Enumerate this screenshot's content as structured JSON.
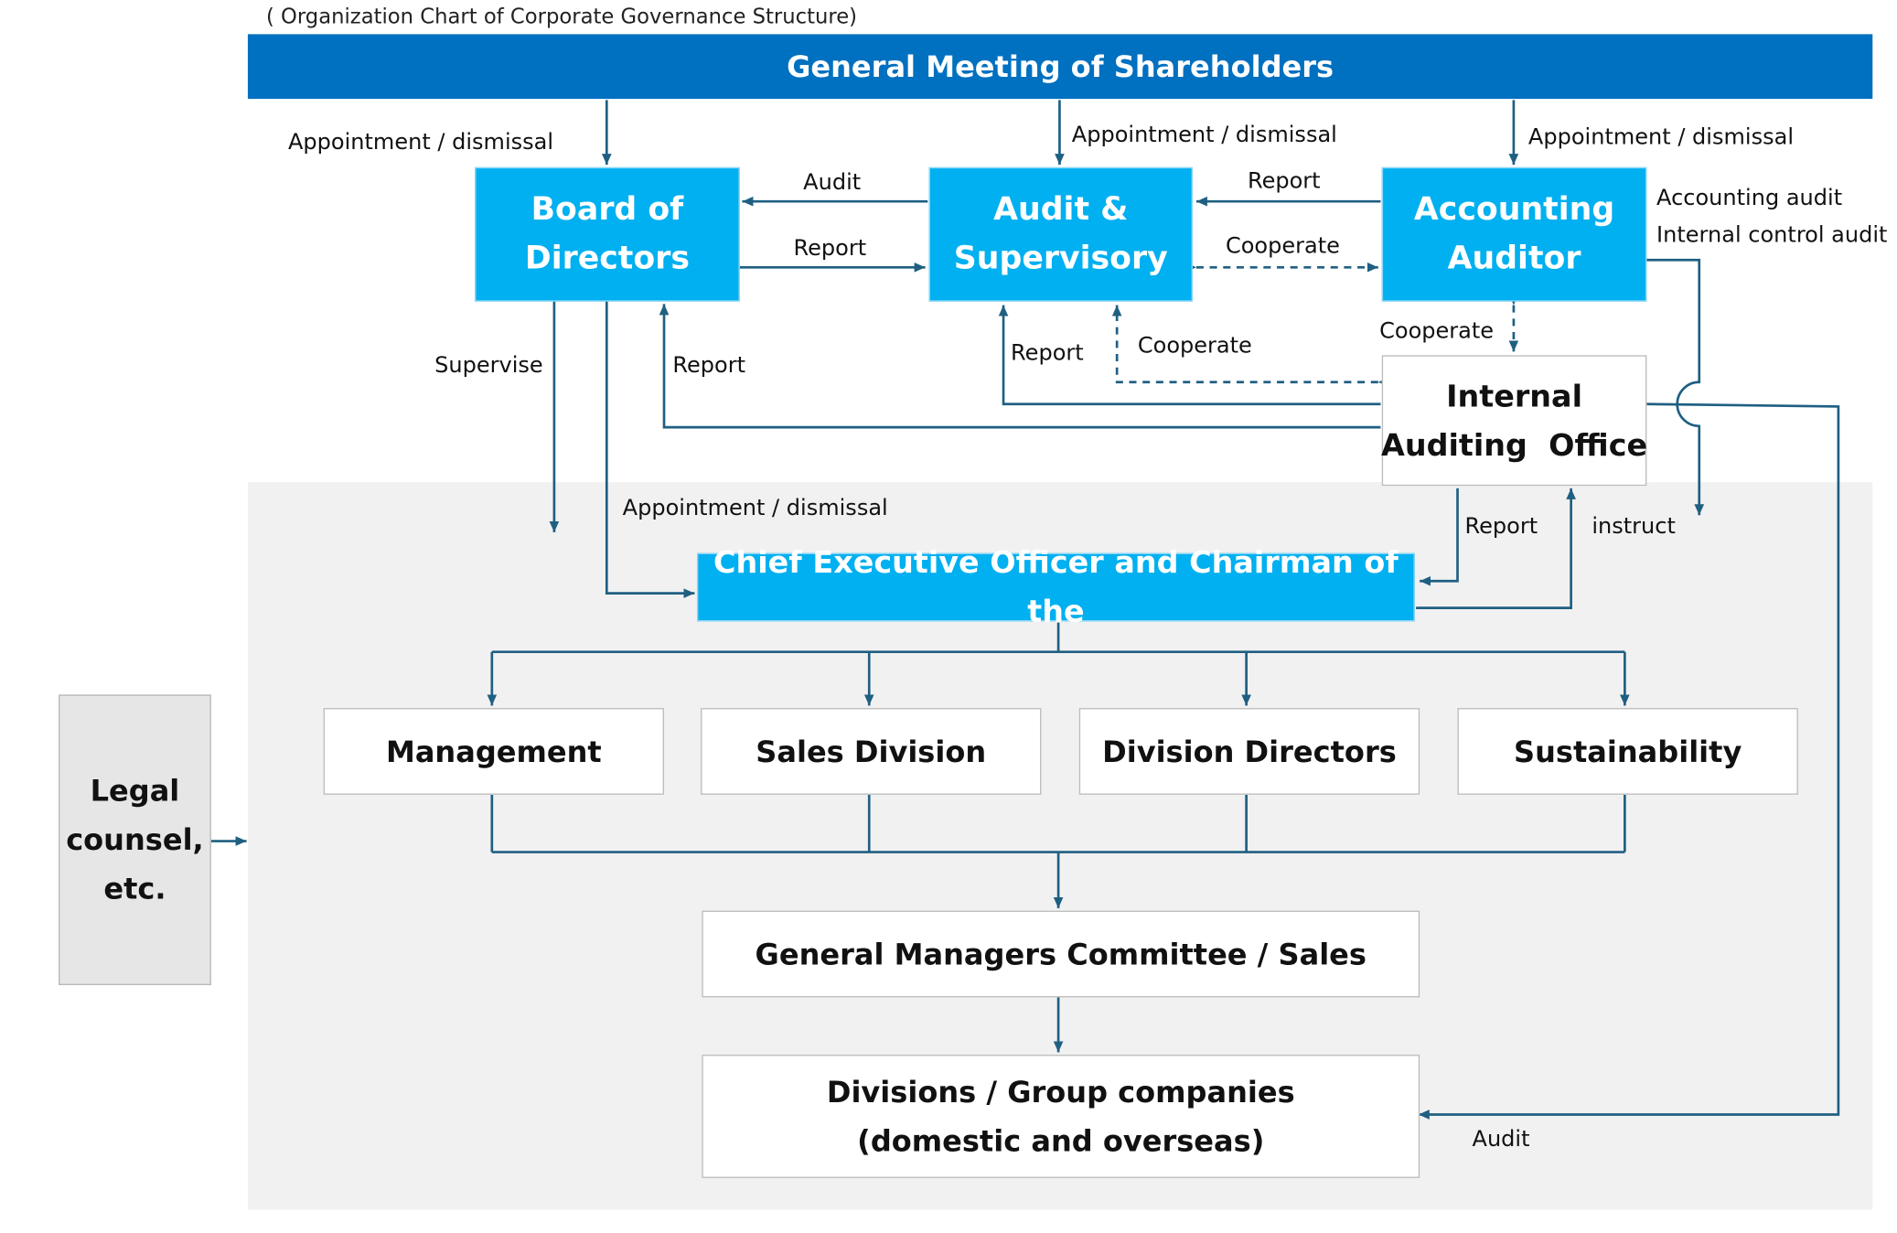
{
  "caption": "( Organization Chart of Corporate Governance Structure)",
  "shareholders": "General Meeting of Shareholders",
  "board": {
    "line1": "Board of",
    "line2": "Directors"
  },
  "audit_supervisory": {
    "line1": "Audit &",
    "line2": "Supervisory"
  },
  "accounting_auditor": {
    "line1": "Accounting",
    "line2": "Auditor"
  },
  "internal_auditing": {
    "line1": "Internal",
    "line2": "Auditing  Office"
  },
  "ceo": "Chief Executive Officer and Chairman of the",
  "departments": [
    "Management",
    "Sales Division",
    "Division Directors",
    "Sustainability"
  ],
  "gm_committee": "General Managers Committee / Sales",
  "divisions": {
    "line1": "Divisions / Group companies",
    "line2": "(domestic and overseas)"
  },
  "legal": {
    "line1": "Legal",
    "line2": "counsel,",
    "line3": "etc."
  },
  "labels": {
    "appt_board": "Appointment / dismissal",
    "appt_audit": "Appointment / dismissal",
    "appt_accounting": "Appointment / dismissal",
    "audit_to_board": "Audit",
    "board_report": "Report",
    "accounting_report": "Report",
    "cooperate_top": "Cooperate",
    "accounting_audit": "Accounting audit",
    "internal_control_audit": "Internal control audit",
    "supervise": "Supervise",
    "report_to_board": "Report",
    "report_to_audit": "Report",
    "cooperate_mid": "Cooperate",
    "cooperate_right": "Cooperate",
    "appt_ceo": "Appointment / dismissal",
    "report_ceo": "Report",
    "instruct": "instruct",
    "audit_divisions": "Audit"
  },
  "colors": {
    "banner": "#0070c0",
    "box_blue": "#00b0f0",
    "line": "#1f5f82",
    "panel": "#f1f1f1"
  }
}
